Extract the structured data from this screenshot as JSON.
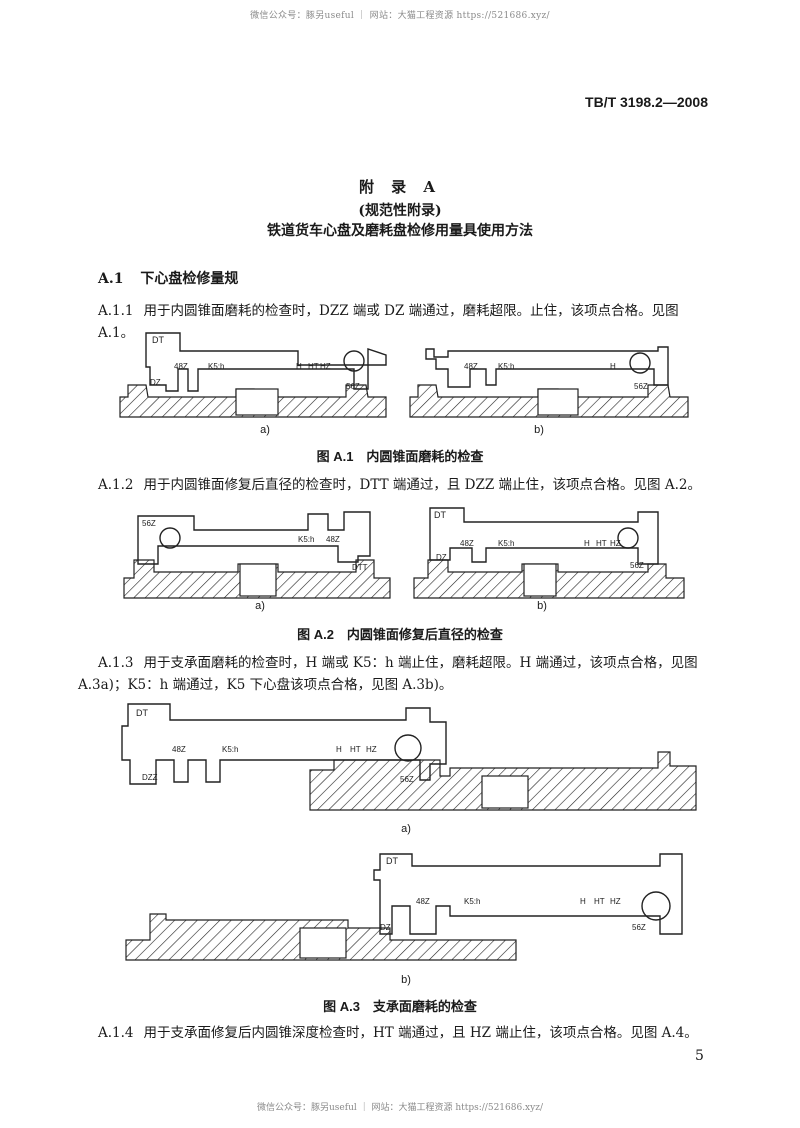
{
  "watermark_top": "微信公众号：豚另useful ｜ 网站：大猫工程资源 https://521686.xyz/",
  "watermark_bottom": "微信公众号：豚另useful ｜ 网站：大猫工程资源 https://521686.xyz/",
  "standard_number": "TB/T 3198.2—2008",
  "appendix": {
    "title": "附 录 A",
    "subtitle": "(规范性附录)",
    "heading": "铁道货车心盘及磨耗盘检修用量具使用方法"
  },
  "section": {
    "number": "A.1",
    "title": "下心盘检修量规"
  },
  "paragraphs": {
    "p1_num": "A.1.1",
    "p1": "用于内圆锥面磨耗的检查时，DZZ 端或 DZ 端通过，磨耗超限。止住，该项点合格。见图 A.1。",
    "p2_num": "A.1.2",
    "p2": "用于内圆锥面修复后直径的检查时，DTT 端通过，且 DZZ 端止住，该项点合格。见图 A.2。",
    "p3_num": "A.1.3",
    "p3_line1": "用于支承面磨耗的检查时，H 端或 K5：h 端止住，磨耗超限。H 端通过，该项点合格，见图",
    "p3_line2": "A.3a)；K5：h 端通过，K5 下心盘该项点合格，见图 A.3b)。",
    "p4_num": "A.1.4",
    "p4": "用于支承面修复后内圆锥深度检查时，HT 端通过，且 HZ 端止住，该项点合格。见图 A.4。"
  },
  "figures": {
    "a1": {
      "caption": "图 A.1　内圆锥面磨耗的检查",
      "sub_a": "a)",
      "sub_b": "b)"
    },
    "a2": {
      "caption": "图 A.2　内圆锥面修复后直径的检查",
      "sub_a": "a)",
      "sub_b": "b)"
    },
    "a3": {
      "caption": "图 A.3　支承面磨耗的检查",
      "sub_a": "a)",
      "sub_b": "b)"
    }
  },
  "gauge_labels": {
    "dt": "DT",
    "dz": "DZ",
    "dzz": "DZZ",
    "l48": "48Z",
    "l56": "56Z",
    "k5h": "K5:h",
    "h": "H",
    "ht": "HT",
    "hz": "HZ"
  },
  "page_number": "5"
}
